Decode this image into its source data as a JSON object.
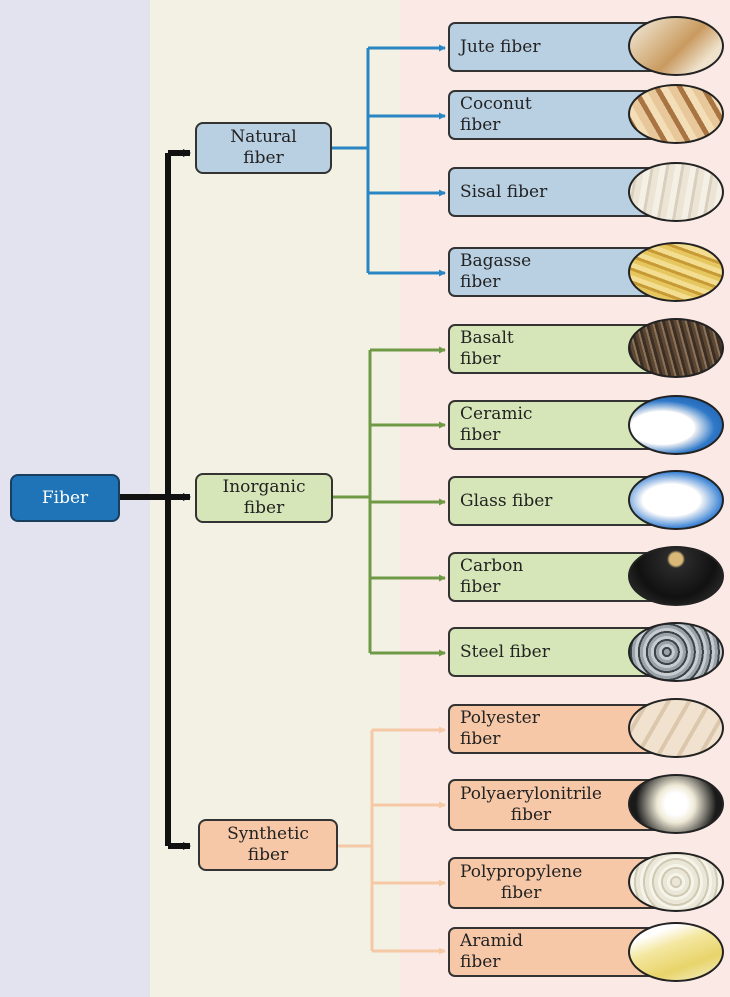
{
  "root": {
    "label": "Fiber"
  },
  "categories": [
    {
      "label": "Natural\nfiber",
      "fill": "#b9cfe2",
      "line": "#2a86c2",
      "items": [
        {
          "label": "Jute fiber",
          "image": "jute-fiber-photo"
        },
        {
          "label": "Coconut fiber",
          "image": "coconut-fiber-photo"
        },
        {
          "label": "Sisal fiber",
          "image": "sisal-fiber-photo"
        },
        {
          "label": "Bagasse fiber",
          "image": "bagasse-fiber-photo"
        }
      ]
    },
    {
      "label": "Inorganic\nfiber",
      "fill": "#d6e6b8",
      "line": "#6f9a45",
      "items": [
        {
          "label": "Basalt fiber",
          "image": "basalt-fiber-photo"
        },
        {
          "label": "Ceramic fiber",
          "image": "ceramic-fiber-photo"
        },
        {
          "label": "Glass fiber",
          "image": "glass-fiber-photo"
        },
        {
          "label": "Carbon fiber",
          "image": "carbon-fiber-photo"
        },
        {
          "label": "Steel fiber",
          "image": "steel-fiber-photo"
        }
      ]
    },
    {
      "label": "Synthetic\nfiber",
      "fill": "#f7c8a8",
      "line": "#f6c9a6",
      "items": [
        {
          "label": "Polyester fiber",
          "image": "polyester-fiber-photo"
        },
        {
          "label": "Polyaerylonitrile\nfiber",
          "image": "polyacrylonitrile-fiber-photo"
        },
        {
          "label": "Polypropylene\nfiber",
          "image": "polypropylene-fiber-photo"
        },
        {
          "label": "Aramid fiber",
          "image": "aramid-fiber-photo"
        }
      ]
    }
  ],
  "colors": {
    "root_fill": "#1f73b7",
    "root_text": "#ffffff",
    "trunk": "#111111",
    "band_left": "#e3e3ef",
    "band_mid": "#f3f1e4",
    "band_right": "#fbe9e5"
  }
}
